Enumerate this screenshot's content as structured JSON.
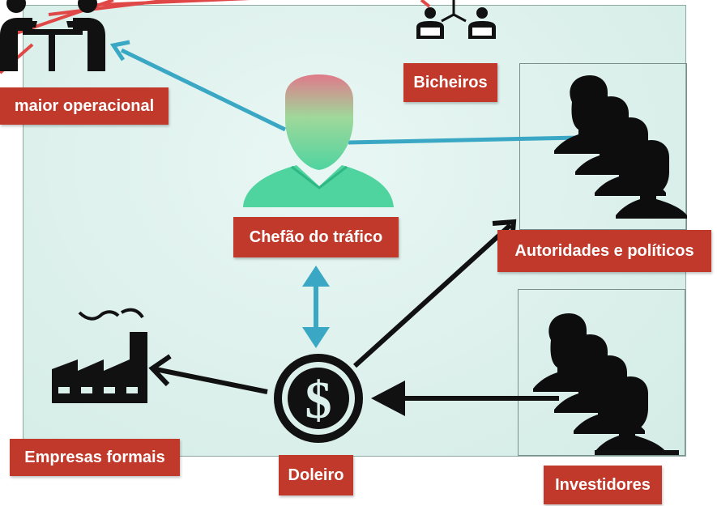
{
  "labels": {
    "maior_operacional": "maior operacional",
    "bicheiros": "Bicheiros",
    "chefao": "Chefão do tráfico",
    "autoridades": "Autoridades e políticos",
    "empresas": "Empresas formais",
    "doleiro": "Doleiro",
    "investidores": "Investidores"
  },
  "icons": {
    "money": "dollar-icon",
    "factory": "factory-icon",
    "boss": "person-icon",
    "people": "crowd-icon",
    "gamblers": "readers-icon",
    "operational": "dealers-icon"
  },
  "colors": {
    "label_bg": "#c0392b",
    "label_text": "#ffffff",
    "link_blue": "#3aa8c4",
    "link_black": "#111111",
    "link_red": "#e04848",
    "panel_bg": "#dcf0eb"
  }
}
